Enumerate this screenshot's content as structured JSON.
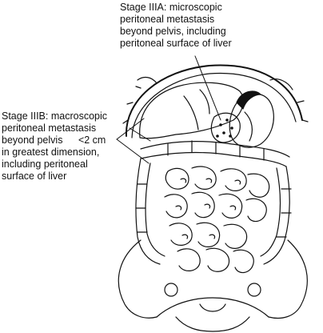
{
  "stage_iiia": {
    "lines": [
      "Stage IIIA: microscopic",
      "peritoneal metastasis",
      "beyond pelvis, including",
      "peritoneal surface of liver"
    ]
  },
  "stage_iiib": {
    "lines": [
      "Stage IIIB: macroscopic",
      "peritoneal metastasis"
    ],
    "line3_left": "beyond pelvis",
    "line3_right": "<2 cm",
    "rest": [
      "in greatest dimension,",
      "including peritoneal",
      "surface of liver"
    ]
  },
  "colors": {
    "ink": "#111111",
    "lesion": "#111111",
    "background": "#ffffff"
  }
}
